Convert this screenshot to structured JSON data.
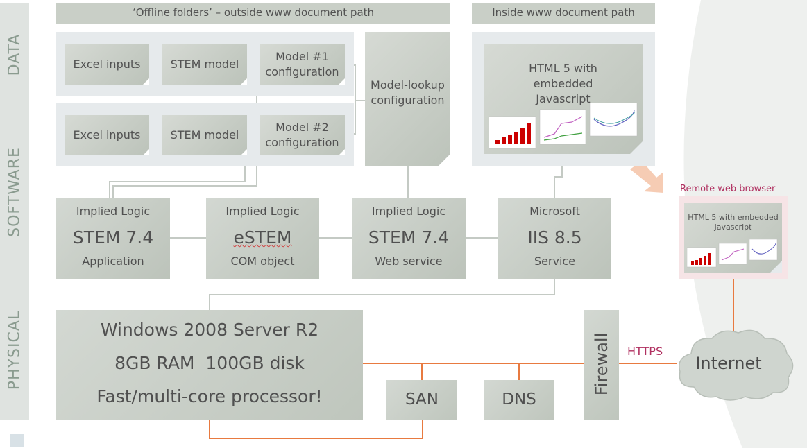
{
  "side_labels": {
    "data": "DATA",
    "software": "SOFTWARE",
    "physical": "PHYSICAL"
  },
  "headers": {
    "offline": "‘Offline folders’ – outside www document path",
    "inside": "Inside www document path"
  },
  "data_items": {
    "excel_inputs_1": "Excel inputs",
    "stem_model_1": "STEM model",
    "model1_config": "Model #1 configuration",
    "excel_inputs_2": "Excel inputs",
    "stem_model_2": "STEM model",
    "model2_config": "Model #2 configuration",
    "model_lookup": "Model-lookup configuration",
    "html5": "HTML 5 with embedded Javascript"
  },
  "software": [
    {
      "top": "Implied Logic",
      "mid": "STEM 7.4",
      "bot": "Application"
    },
    {
      "top": "Implied Logic",
      "mid": "eSTEM",
      "bot": "COM object"
    },
    {
      "top": "Implied Logic",
      "mid": "STEM 7.4",
      "bot": "Web service"
    },
    {
      "top": "Microsoft",
      "mid": "IIS 8.5",
      "bot": "Service"
    }
  ],
  "physical": {
    "server_lines": [
      "Windows 2008 Server R2",
      "8GB RAM  100GB disk",
      "Fast/multi-core processor!"
    ],
    "san": "SAN",
    "dns": "DNS",
    "firewall": "Firewall",
    "https": "HTTPS",
    "internet": "Internet"
  },
  "remote": {
    "label": "Remote web browser",
    "html5": "HTML 5 with embedded Javascript"
  },
  "colors": {
    "accent_orange": "#e87a40",
    "https_text": "#b03060",
    "remote_border": "#f0c8cc"
  }
}
